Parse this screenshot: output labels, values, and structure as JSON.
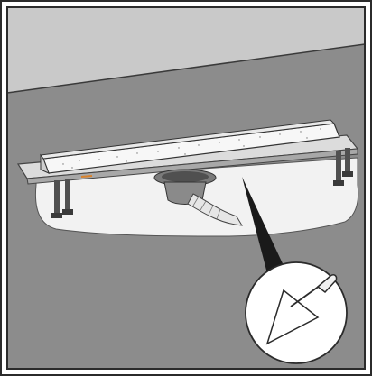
{
  "colors": {
    "frame_border": "#2b2b2b",
    "wall": "#c9c9c9",
    "floor": "#8c8c8c",
    "recess_fill": "#f2f2f2",
    "channel_body": "#dcdcdc",
    "foam_block": "#f7f7f7",
    "metal_dark": "#505050",
    "metal_mid": "#8a8a8a",
    "pipe": "#e6e6e6",
    "callout_fill": "#ffffff",
    "orange_mark": "#d9822b"
  },
  "icons": [
    "trowel-icon"
  ],
  "components": [
    "drain-channel",
    "foam-protection-cover",
    "drain-outlet",
    "waste-pipe",
    "adjustable-feet",
    "floor-recess",
    "callout-bubble"
  ]
}
